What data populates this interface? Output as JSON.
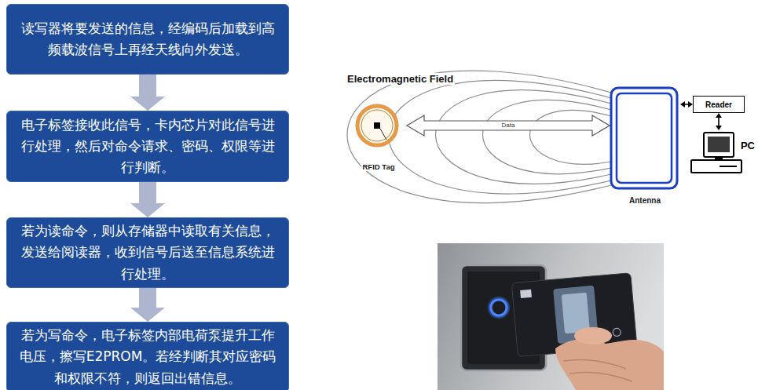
{
  "diagram": {
    "nodes": [
      {
        "text": [
          "读写器将要发送的信息，经编码后加载到高频载波信号上再经天线向外发送。"
        ]
      },
      {
        "text": [
          "电子标签接收此信号，卡内芯片对此信号进行处理，然后对命令请求、密码、权限等进行判断。"
        ]
      },
      {
        "text": [
          "若为读命令，则从存储器中读取有关信息，发送给阅读器，收到信号后送至信息系统进行处理。"
        ]
      },
      {
        "text": [
          "若为写命令，电子标签内部电荷泵提升工作电压，擦写E2PROM。若经判断其对应密码和权限不符，则返回出错信息。"
        ]
      },
      {
        "text": [
          "RFID Tag"
        ]
      },
      {
        "text": [
          "Antenna"
        ]
      },
      {
        "text": [
          "Reader"
        ]
      },
      {
        "text": [
          "PC"
        ]
      }
    ],
    "edges": [
      {
        "from": 0,
        "to": 1,
        "arrow": "to"
      },
      {
        "from": 1,
        "to": 2,
        "arrow": "to"
      },
      {
        "from": 2,
        "to": 3,
        "arrow": "to"
      },
      {
        "from": 4,
        "to": 5,
        "label": "Data",
        "arrow": "both"
      },
      {
        "from": 5,
        "to": 6,
        "arrow": "both"
      },
      {
        "from": 6,
        "to": 7,
        "arrow": "both"
      }
    ],
    "labels": [
      "Electromagnetic Field"
    ]
  }
}
